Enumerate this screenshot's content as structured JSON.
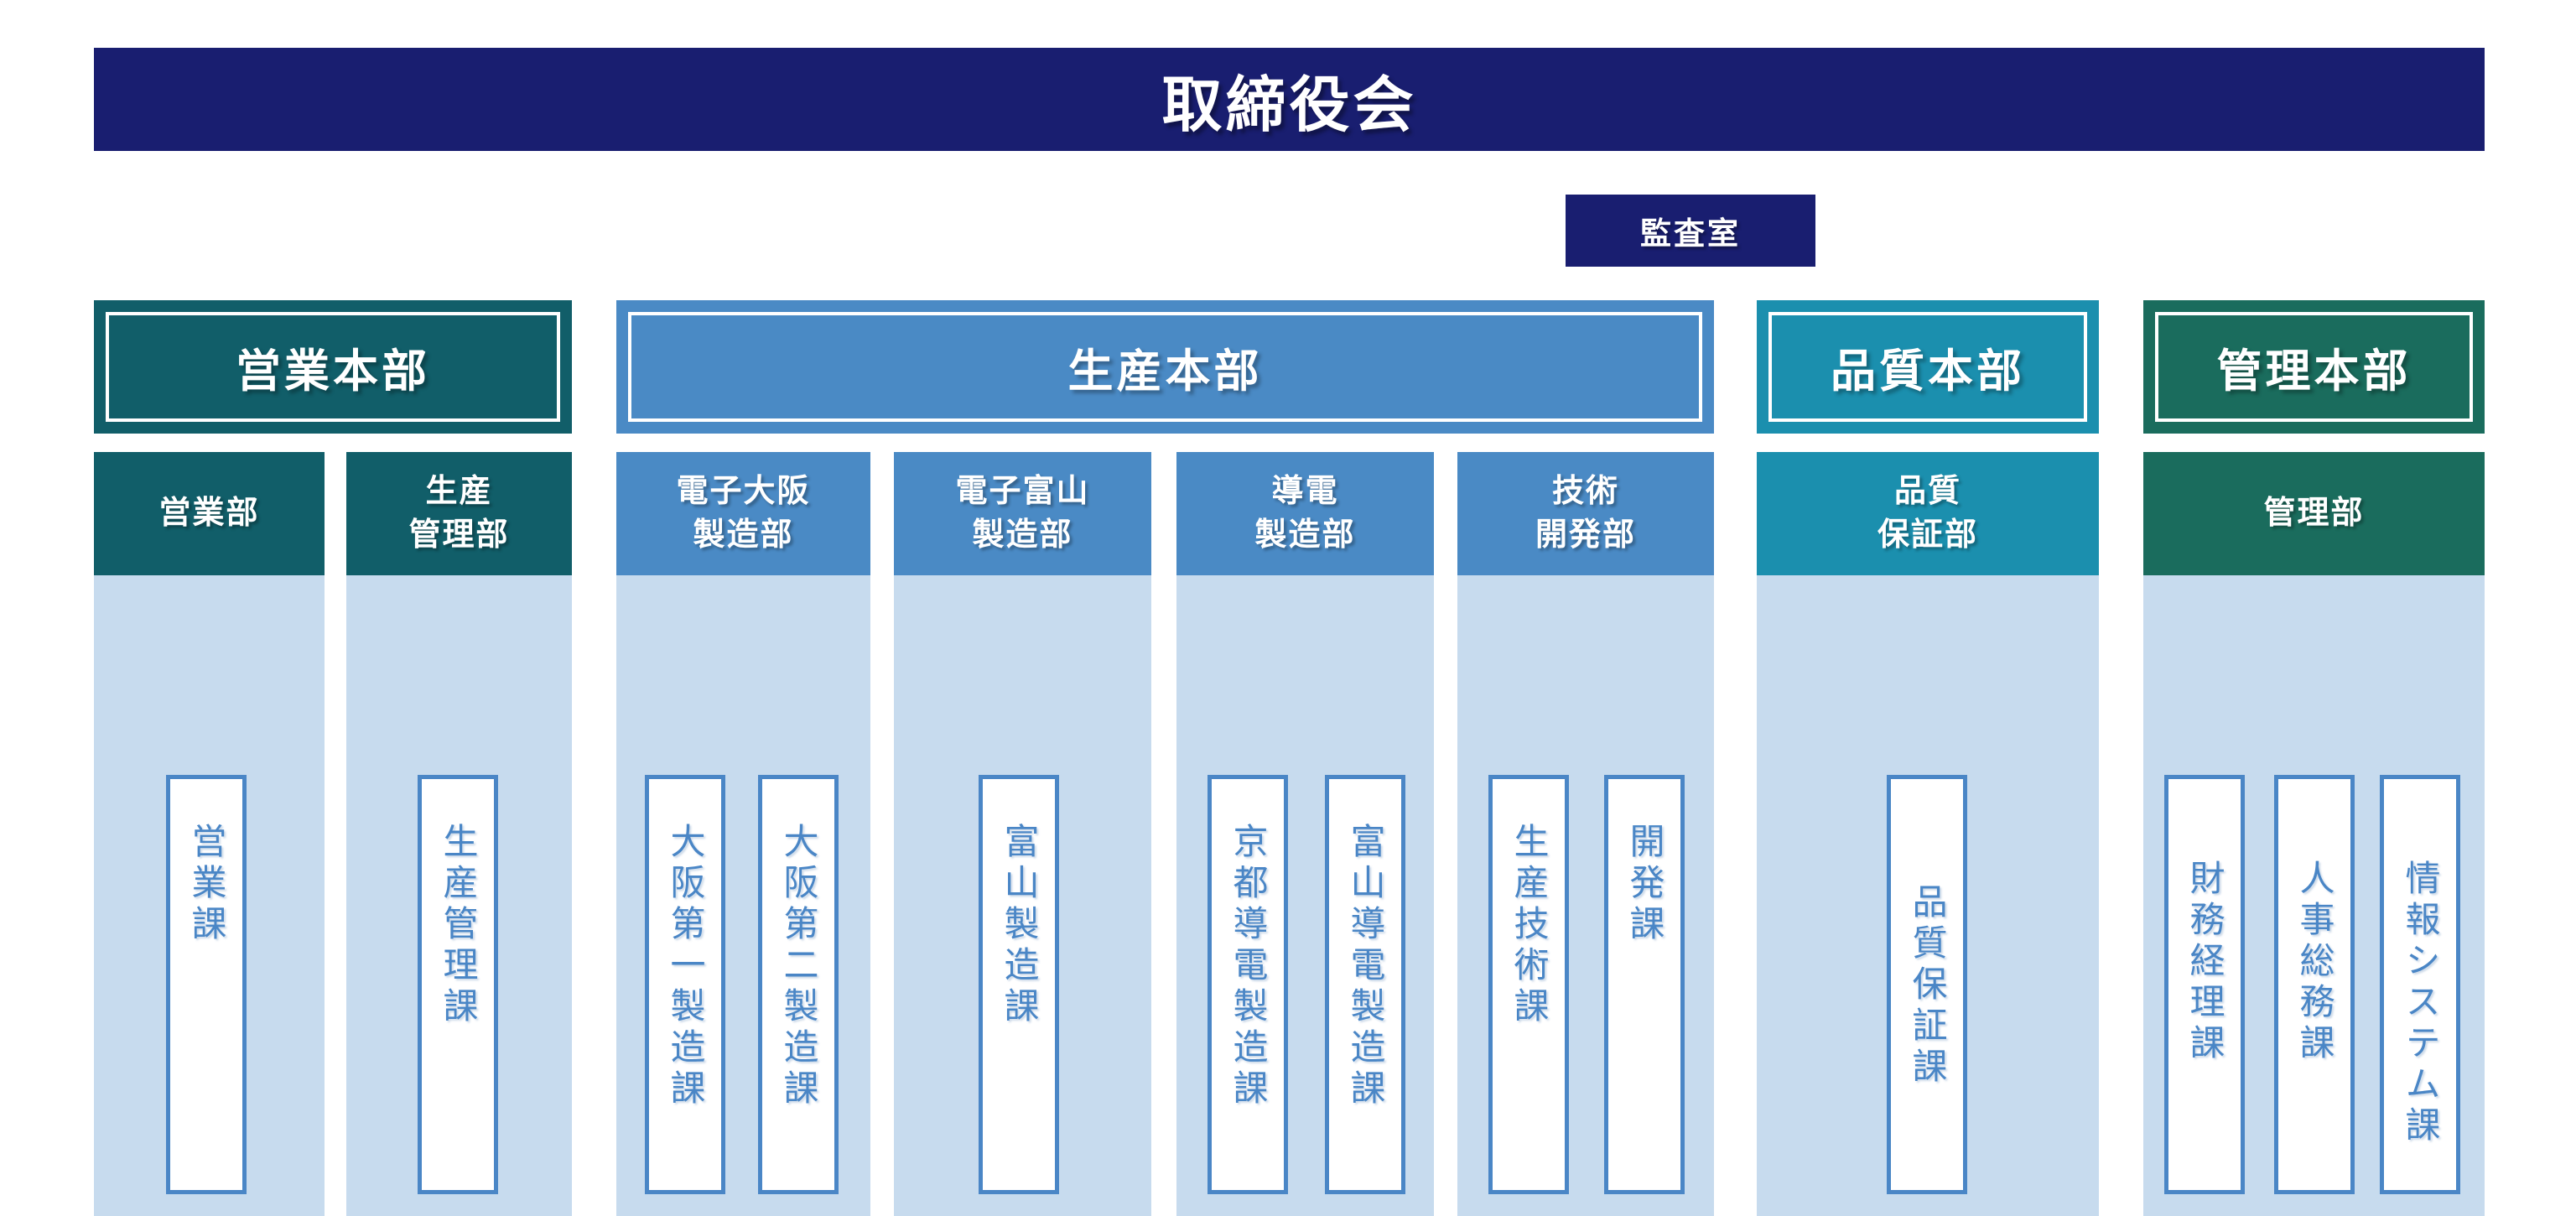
{
  "board": {
    "label": "取締役会"
  },
  "audit": {
    "label": "監査室"
  },
  "divisions": [
    {
      "label": "営業本部"
    },
    {
      "label": "生産本部"
    },
    {
      "label": "品質本部"
    },
    {
      "label": "管理本部"
    }
  ],
  "departments": [
    {
      "label": "営業部"
    },
    {
      "label": "生産\n管理部"
    },
    {
      "label": "電子大阪\n製造部"
    },
    {
      "label": "電子富山\n製造部"
    },
    {
      "label": "導電\n製造部"
    },
    {
      "label": "技術\n開発部"
    },
    {
      "label": "品質\n保証部"
    },
    {
      "label": "管理部"
    }
  ],
  "sections": [
    {
      "label": "営業課"
    },
    {
      "label": "生産管理課"
    },
    {
      "label": "大阪第一製造課"
    },
    {
      "label": "大阪第二製造課"
    },
    {
      "label": "富山製造課"
    },
    {
      "label": "京都導電製造課"
    },
    {
      "label": "富山導電製造課"
    },
    {
      "label": "生産技術課"
    },
    {
      "label": "開発課"
    },
    {
      "label": "品質保証課"
    },
    {
      "label": "財務経理課"
    },
    {
      "label": "人事総務課"
    },
    {
      "label": "情報システム課"
    }
  ],
  "colors": {
    "navy": "#191e70",
    "teal_dark": "#115e69",
    "blue": "#4a8ac5",
    "cyan": "#1b8fae",
    "green": "#1a6c5d",
    "column_light_blue": "#c7dbee",
    "section_border_text": "#4a86c6"
  }
}
